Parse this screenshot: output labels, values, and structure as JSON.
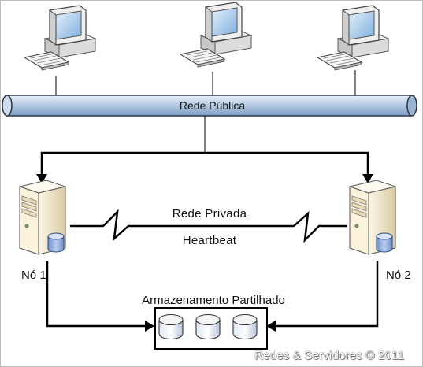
{
  "diagram": {
    "public_network_label": "Rede Pública",
    "private_network_label": "Rede Privada",
    "heartbeat_label": "Heartbeat",
    "node1_label": "Nó 1",
    "node2_label": "Nó 2",
    "storage_label": "Armazenamento Partilhado",
    "watermark": "Redes & Servidores © 2011"
  },
  "colors": {
    "bus_fill": "#b8cce4",
    "bus_edge": "#1f2d3d",
    "line": "#000000",
    "server_body": "#f0e6c8",
    "disk_fill": "#9fb6de"
  },
  "icons": [
    "desktop-computer-icon",
    "server-icon",
    "database-icon",
    "disk-icon"
  ]
}
